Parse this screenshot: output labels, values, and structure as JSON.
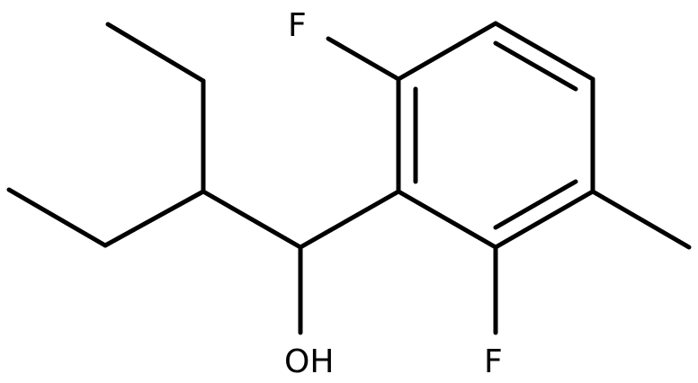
{
  "diagram": {
    "bond_color": "#000000",
    "background": "#ffffff",
    "atoms": {
      "f_top": "F",
      "f_bottom": "F",
      "hydroxyl": "OH"
    }
  }
}
